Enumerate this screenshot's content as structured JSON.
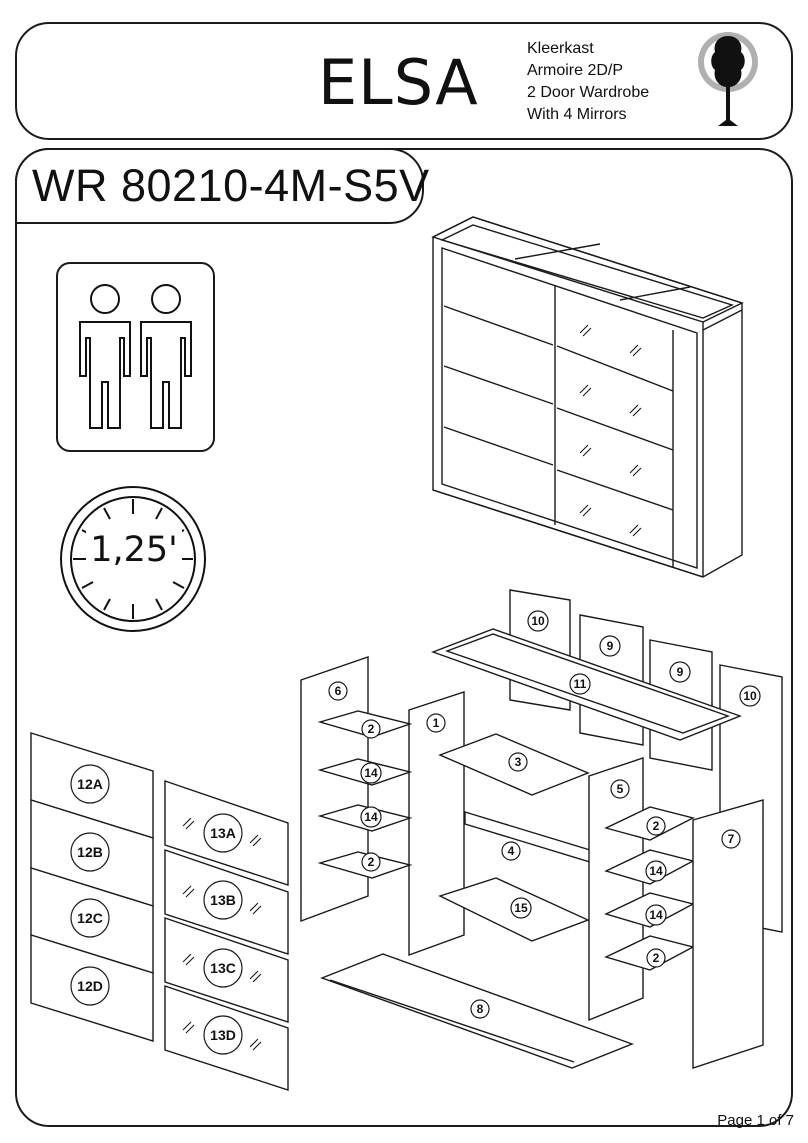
{
  "header": {
    "brand": "ELSA",
    "description": [
      "Kleerkast",
      "Armoire 2D/P",
      "2 Door Wardrobe",
      "With 4 Mirrors"
    ],
    "logo_icon": "tree-logo-icon"
  },
  "model_code": "WR 80210-4M-S5V",
  "assembly": {
    "persons_icon": "two-persons-icon",
    "time_icon": "clock-icon",
    "time": "1,25'"
  },
  "parts": {
    "p1": "1",
    "p2": "2",
    "p3": "3",
    "p4": "4",
    "p5": "5",
    "p6": "6",
    "p7": "7",
    "p8": "8",
    "p9": "9",
    "p10": "10",
    "p11": "11",
    "p14": "14",
    "p15": "15",
    "p12A": "12A",
    "p12B": "12B",
    "p12C": "12C",
    "p12D": "12D",
    "p13A": "13A",
    "p13B": "13B",
    "p13C": "13C",
    "p13D": "13D"
  },
  "footer": {
    "page": "Page 1 of 7"
  },
  "colors": {
    "line": "#1a1a1a",
    "background": "#ffffff",
    "logo_ring": "#b0b0b0"
  }
}
